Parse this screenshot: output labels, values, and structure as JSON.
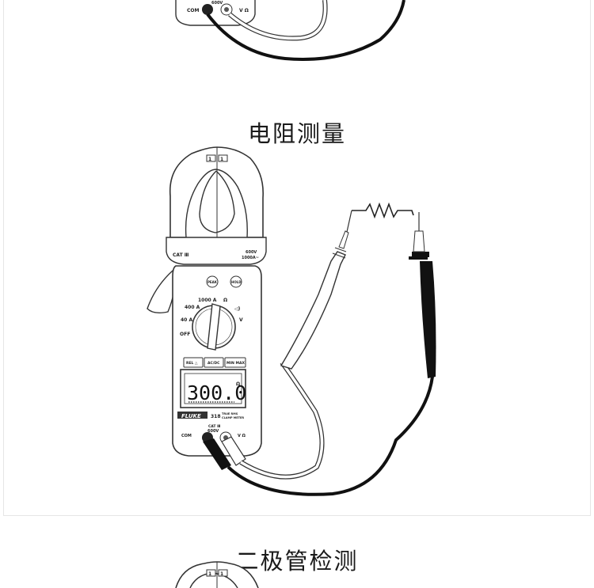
{
  "sections": [
    {
      "title": "电阻测量",
      "meter": {
        "brand": "FLUKE",
        "model": "318",
        "model_desc_1": "TRUE RMS",
        "model_desc_2": "CLAMP METER",
        "cat": "CAT Ⅲ",
        "rating_v": "600V",
        "rating_a": "1000A~",
        "btn_peak": "PEAK",
        "btn_hold": "HOLD",
        "dial_1000a": "1000 A",
        "dial_400a": "400 A",
        "dial_40a": "40 A",
        "dial_off": "OFF",
        "dial_ohm": "Ω",
        "dial_v": "V",
        "key_rel": "REL △",
        "key_acdc": "AC/DC",
        "key_minmax": "MIN MAX",
        "display": "300.0",
        "display_unit": "Ω",
        "terminal_com": "COM",
        "terminal_vo": "V Ω",
        "terminal_cat": "CAT Ⅲ",
        "terminal_rating": "600V"
      }
    },
    {
      "title": "二极管检测"
    }
  ],
  "top_fragment": {
    "terminal_com": "COM",
    "terminal_rating": "600V",
    "terminal_vo": "V Ω"
  },
  "colors": {
    "outline": "#333333",
    "lead_black": "#111111",
    "lead_white": "#ffffff"
  }
}
